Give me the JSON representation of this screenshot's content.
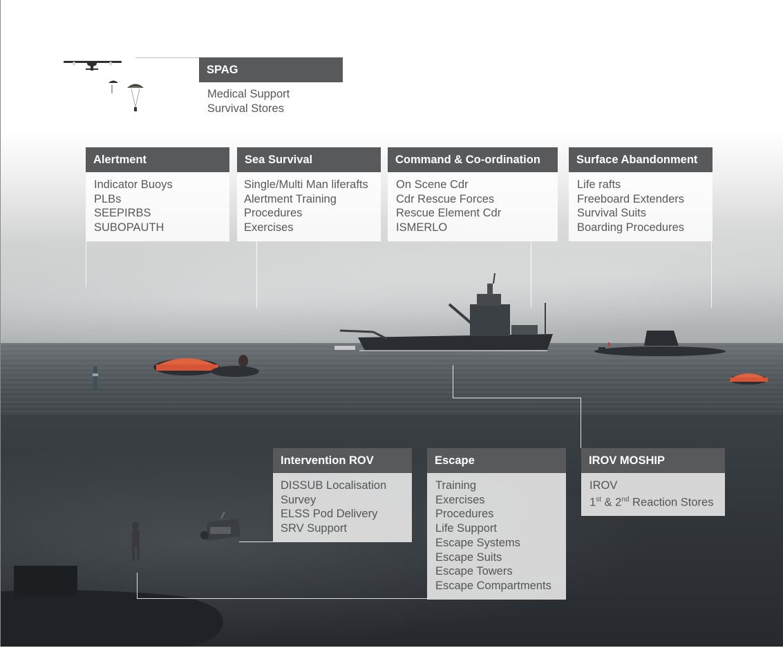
{
  "boxes": {
    "spag": {
      "title": "SPAG",
      "items": [
        "Medical Support",
        "Survival Stores"
      ]
    },
    "alertment": {
      "title": "Alertment",
      "items": [
        "Indicator Buoys",
        "PLBs",
        "SEEPIRBS",
        "SUBOPAUTH"
      ]
    },
    "sea_survival": {
      "title": "Sea Survival",
      "items": [
        "Single/Multi Man liferafts",
        "Alertment Training",
        "Procedures",
        "Exercises"
      ]
    },
    "command": {
      "title": "Command & Co-ordination",
      "items": [
        "On Scene Cdr",
        "Cdr Rescue Forces",
        "Rescue Element Cdr",
        "ISMERLO"
      ]
    },
    "surface": {
      "title": "Surface Abandonment",
      "items": [
        "Life rafts",
        "Freeboard Extenders",
        "Survival Suits",
        "Boarding Procedures"
      ]
    },
    "intervention": {
      "title": "Intervention ROV",
      "items": [
        "DISSUB Localisation",
        "Survey",
        "ELSS Pod Delivery",
        "SRV Support"
      ]
    },
    "escape": {
      "title": "Escape",
      "items": [
        "Training",
        "Exercises",
        "Procedures",
        "Life Support",
        "Escape Systems",
        "Escape Suits",
        "Escape Towers",
        "Escape Compartments"
      ]
    },
    "irov": {
      "title": "IROV MOSHIP",
      "item1": "IROV",
      "item2": {
        "n1": "1",
        "sup1": "st",
        "amp": " & ",
        "n2": "2",
        "sup2": "nd",
        "rest": " Reaction Stores"
      }
    }
  },
  "colors": {
    "header_bg": "#58595b",
    "header_text": "#ffffff",
    "body_text": "#585858",
    "liferaft": "#e0623f"
  },
  "icons": [
    "aircraft-icon",
    "parachute-icon",
    "ship-icon",
    "submarine-icon",
    "liferaft-icon",
    "rov-icon",
    "diver-icon",
    "buoy-icon"
  ]
}
